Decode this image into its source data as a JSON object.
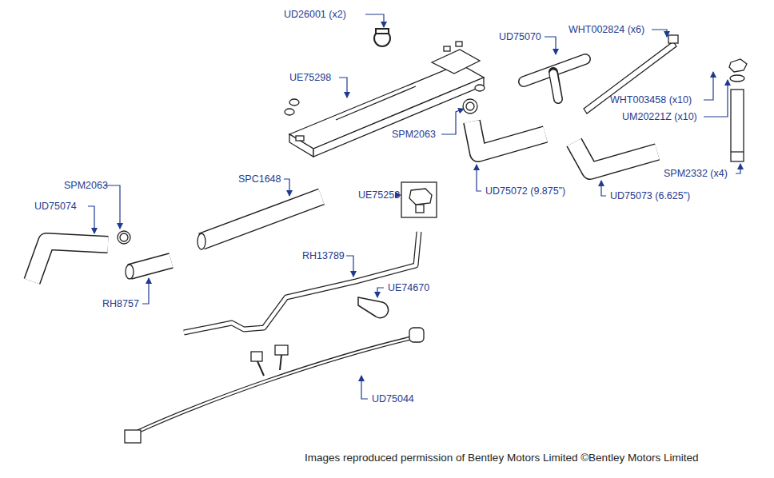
{
  "diagram": {
    "labels": [
      "UD26001 (x2)",
      "UD75070",
      "WHT002824 (x6)",
      "UE75298",
      "WHT003458 (x10)",
      "UM20221Z (x10)",
      "SPM2063",
      "UD75072 (9.875”)",
      "UD75073 (6.625”)",
      "SPM2332 (x4)",
      "SPC1648",
      "UE75253",
      "SPM2063",
      "UD75074",
      "RH13789",
      "UE74670",
      "RH8757",
      "UD75044",
      "Images reproduced permission of Bentley Motors Limited ©Bentley Motors Limited"
    ]
  }
}
